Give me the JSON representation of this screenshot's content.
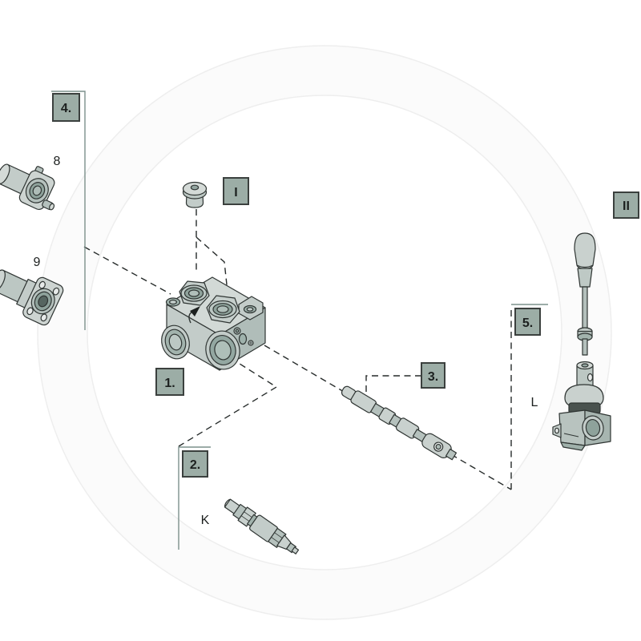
{
  "diagram": {
    "kind": "exploded-parts-diagram",
    "callouts": [
      {
        "id": "4",
        "label": "4."
      },
      {
        "id": "I",
        "label": "I"
      },
      {
        "id": "II",
        "label": "II"
      },
      {
        "id": "1",
        "label": "1."
      },
      {
        "id": "3",
        "label": "3."
      },
      {
        "id": "5",
        "label": "5."
      },
      {
        "id": "2",
        "label": "2."
      }
    ],
    "part_labels": [
      {
        "id": "8",
        "label": "8"
      },
      {
        "id": "9",
        "label": "9"
      },
      {
        "id": "K",
        "label": "K"
      },
      {
        "id": "L",
        "label": "L"
      }
    ],
    "parts": [
      {
        "name": "plug-fitting",
        "label_ref": "8"
      },
      {
        "name": "flange-fitting",
        "label_ref": "9"
      },
      {
        "name": "plug-cap",
        "label_ref": "I"
      },
      {
        "name": "valve-body",
        "label_ref": "1"
      },
      {
        "name": "control-spool",
        "label_ref": "3"
      },
      {
        "name": "relief-cartridge",
        "label_ref": "K"
      },
      {
        "name": "control-lever",
        "label_ref": "II"
      },
      {
        "name": "pilot-valve",
        "label_ref": "L"
      }
    ],
    "colors": {
      "background": "#ffffff",
      "callout_fill": "#9cada6",
      "callout_border": "#3b403e",
      "label_text": "#1c201f",
      "part_fill": "#c9d1ce",
      "part_shade": "#a2b3ad",
      "part_dark": "#8ea29b",
      "outline": "#2f3533",
      "dashed_line": "#262b2a",
      "bracket_line": "#7c908b",
      "watermark": "#eeeeee"
    }
  }
}
